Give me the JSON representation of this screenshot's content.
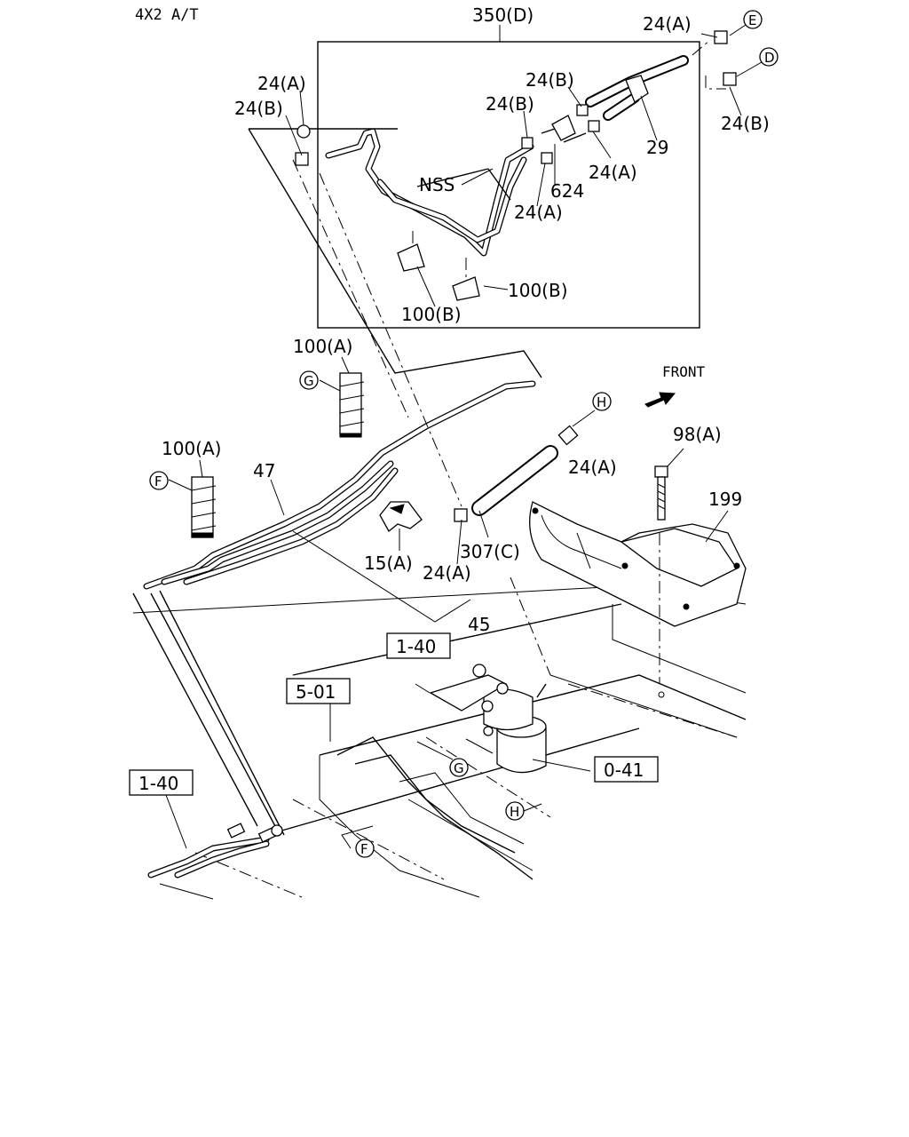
{
  "header": {
    "model_label": "4X2  A/T"
  },
  "direction": {
    "label": "FRONT"
  },
  "callouts": {
    "c350d": "350(D)",
    "c24a_e": "24(A)",
    "c24b_d": "24(B)",
    "c24a_left": "24(A)",
    "c24b_left": "24(B)",
    "c24b_mid1": "24(B)",
    "c24b_mid2": "24(B)",
    "c29": "29",
    "c24a_mid": "24(A)",
    "c624": "624",
    "c24a_low": "24(A)",
    "nss": "NSS",
    "c100b_right": "100(B)",
    "c100b_left": "100(B)",
    "c100a_top": "100(A)",
    "c100a_left": "100(A)",
    "c47": "47",
    "c24a_hose": "24(A)",
    "c98a": "98(A)",
    "c199": "199",
    "c15a": "15(A)",
    "c307c": "307(C)",
    "c24a_bottom": "24(A)",
    "c45": "45"
  },
  "ref_boxes": {
    "r140_top": "1-40",
    "r501": "5-01",
    "r140_left": "1-40",
    "r041": "0-41"
  },
  "circle_markers": {
    "e": "E",
    "d": "D",
    "g_top": "G",
    "f_top": "F",
    "h_top": "H",
    "g_bottom": "G",
    "h_bottom": "H",
    "f_bottom": "F"
  }
}
